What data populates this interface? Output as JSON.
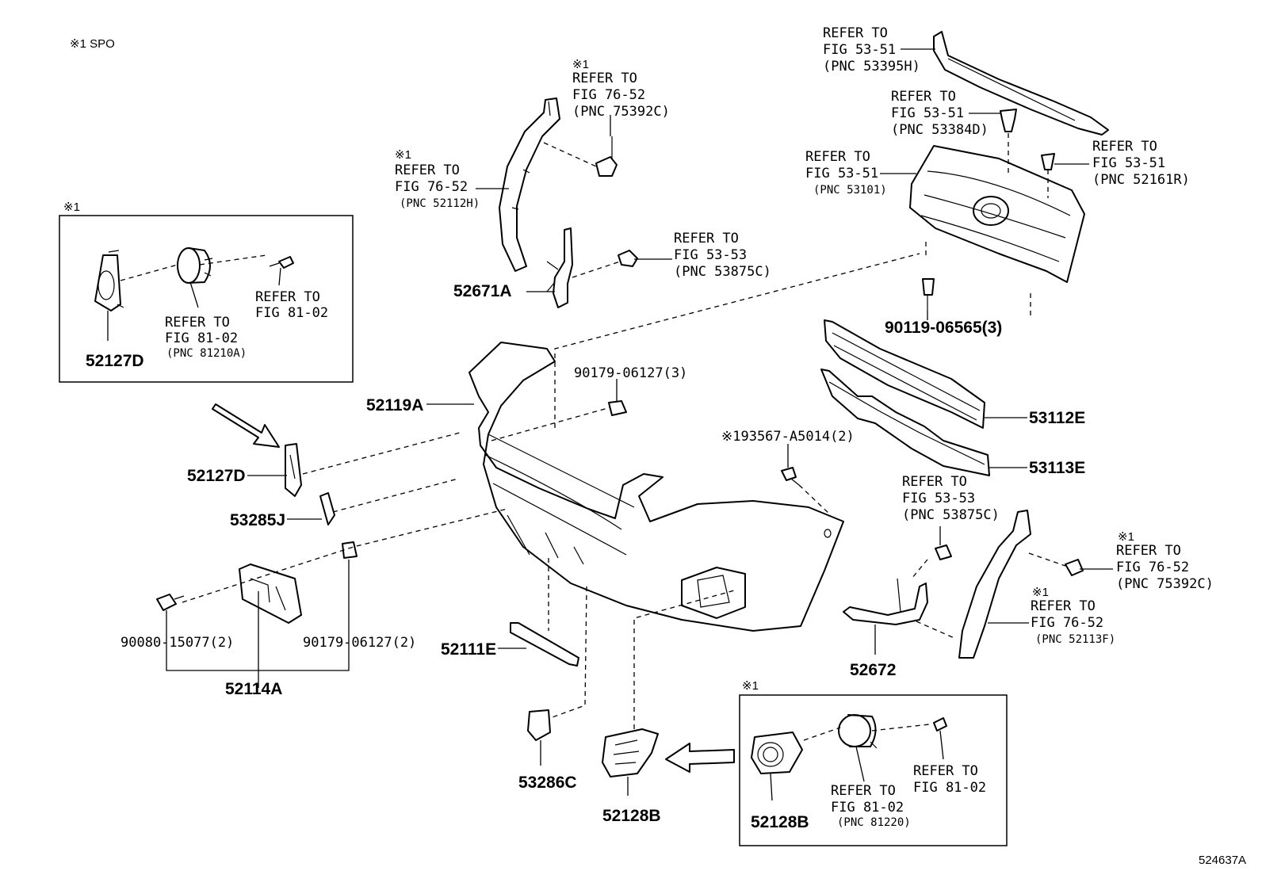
{
  "header": {
    "note": "※1 SPO"
  },
  "footer": {
    "illustration_number": "524637A"
  },
  "marks": {
    "m1": "※1"
  },
  "refs": {
    "r53395h": [
      "REFER TO",
      "FIG 53-51",
      "(PNC 53395H)"
    ],
    "r53384d": [
      "REFER TO",
      "FIG 53-51",
      "(PNC 53384D)"
    ],
    "r52161r": [
      "REFER TO",
      "FIG 53-51",
      "(PNC 52161R)"
    ],
    "r53101": [
      "REFER TO",
      "FIG 53-51",
      "(PNC 53101)"
    ],
    "r75392c_top": [
      "REFER TO",
      "FIG 76-52",
      "(PNC 75392C)"
    ],
    "r52112h": [
      "REFER TO",
      "FIG 76-52",
      "(PNC 52112H)"
    ],
    "r53875c_top": [
      "REFER TO",
      "FIG 53-53",
      "(PNC 53875C)"
    ],
    "r8102_left_bolt": [
      "REFER TO",
      "FIG 81-02"
    ],
    "r81210a": [
      "REFER TO",
      "FIG 81-02",
      "(PNC 81210A)"
    ],
    "r53875c_right": [
      "REFER TO",
      "FIG 53-53",
      "(PNC 53875C)"
    ],
    "r75392c_right": [
      "REFER TO",
      "FIG 76-52",
      "(PNC 75392C)"
    ],
    "r52113f": [
      "REFER TO",
      "FIG 76-52",
      "(PNC 52113F)"
    ],
    "r8102_right_bolt": [
      "REFER TO",
      "FIG 81-02"
    ],
    "r81220": [
      "REFER TO",
      "FIG 81-02",
      "(PNC 81220)"
    ]
  },
  "parts": {
    "p52127d_inset": "52127D",
    "p52671a": "52671A",
    "p52119a": "52119A",
    "p90179_top": "90179-06127(3)",
    "p52127d": "52127D",
    "p53285j": "53285J",
    "p90080": "90080-15077(2)",
    "p90179_bottom": "90179-06127(2)",
    "p52114a": "52114A",
    "p52111e": "52111E",
    "p53286c": "53286C",
    "p52128b": "52128B",
    "p52128b_inset": "52128B",
    "p90119": "90119-06565(3)",
    "p53112e": "53112E",
    "p53113e": "53113E",
    "p93567": "※193567-A5014(2)",
    "p52672": "52672"
  }
}
